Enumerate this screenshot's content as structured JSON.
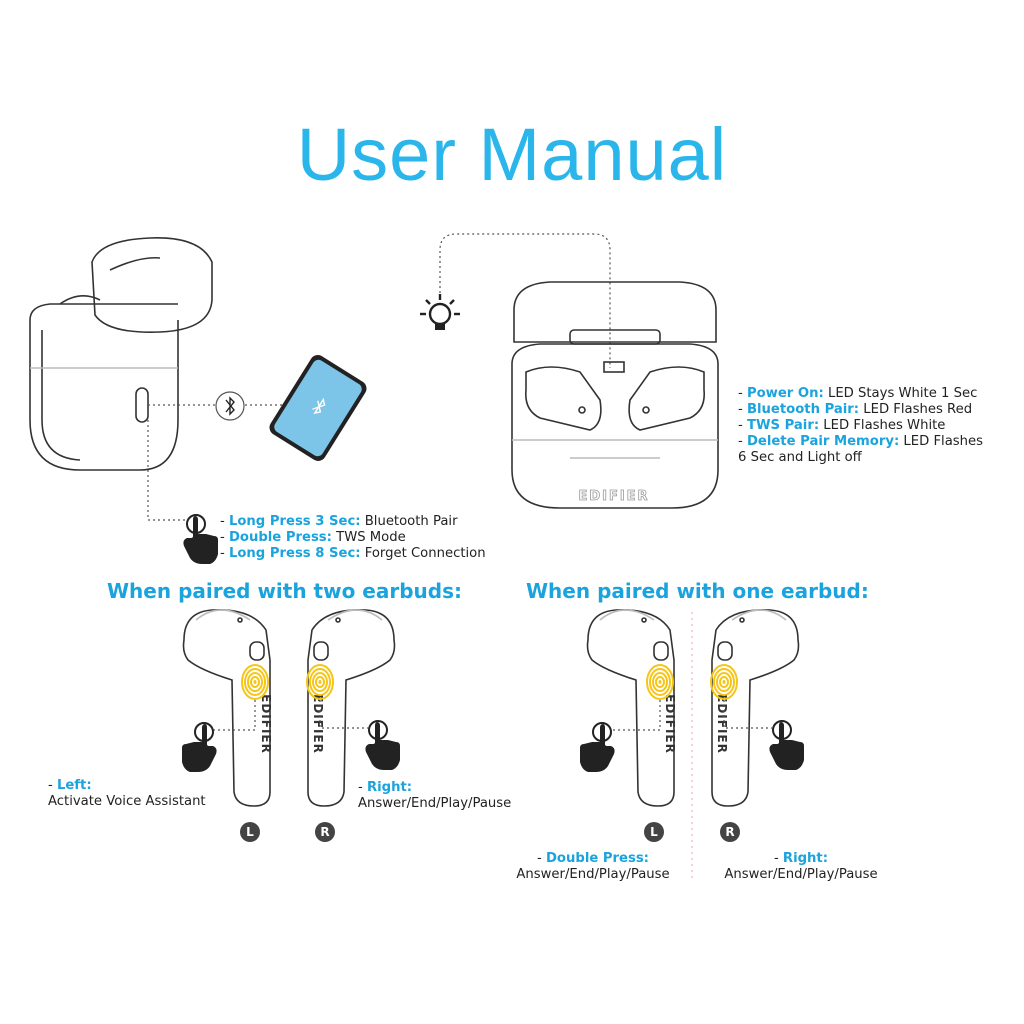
{
  "title": "User Manual",
  "brand": "EDIFIER",
  "case_button": {
    "items": [
      {
        "key": "Long Press 3 Sec:",
        "value": "Bluetooth Pair"
      },
      {
        "key": "Double Press:",
        "value": "TWS Mode"
      },
      {
        "key": "Long Press 8 Sec:",
        "value": "Forget Connection"
      }
    ]
  },
  "led": {
    "items": [
      {
        "key": "Power On:",
        "value": "LED Stays White 1 Sec"
      },
      {
        "key": "Bluetooth Pair:",
        "value": "LED Flashes Red"
      },
      {
        "key": "TWS Pair:",
        "value": "LED Flashes White"
      },
      {
        "key": "Delete Pair Memory:",
        "value": "LED Flashes"
      }
    ],
    "continuation": "6 Sec and Light off"
  },
  "two_earbuds": {
    "heading": "When paired with two earbuds:",
    "left": {
      "key": "Left:",
      "value": "Activate Voice Assistant",
      "badge": "L"
    },
    "right": {
      "key": "Right:",
      "value": "Answer/End/Play/Pause",
      "badge": "R"
    }
  },
  "one_earbud": {
    "heading": "When paired with one earbud:",
    "left": {
      "key": "Double Press:",
      "value": "Answer/End/Play/Pause",
      "badge": "L"
    },
    "right": {
      "key": "Right:",
      "value": "Answer/End/Play/Pause",
      "badge": "R"
    }
  },
  "colors": {
    "accent": "#1aa3dd",
    "title": "#2ab6ea",
    "fingerprint": "#f5c518",
    "phone_screen": "#7cc4e8"
  }
}
